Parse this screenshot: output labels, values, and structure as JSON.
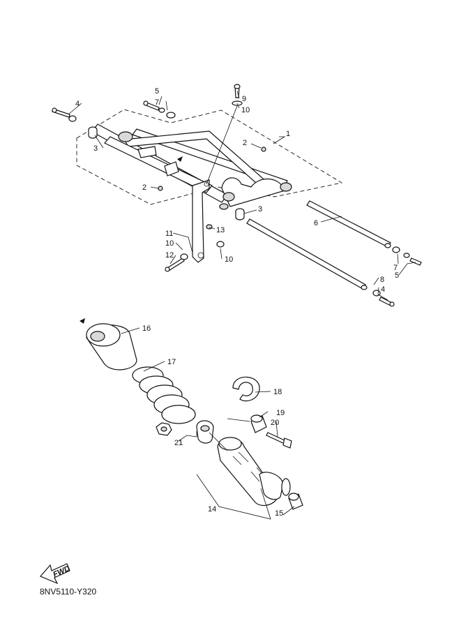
{
  "diagram_code": "8NV5110-Y320",
  "fwd_label": "FWD",
  "callouts": {
    "c1": "1",
    "c2a": "2",
    "c2b": "2",
    "c3a": "3",
    "c3b": "3",
    "c4a": "4",
    "c4b": "4",
    "c5a": "5",
    "c5b": "5",
    "c6": "6",
    "c7a": "7",
    "c7b": "7",
    "c8": "8",
    "c9": "9",
    "c10a": "10",
    "c10b": "10",
    "c10c": "10",
    "c11": "11",
    "c12": "12",
    "c13": "13",
    "c14": "14",
    "c15": "15",
    "c16": "16",
    "c17": "17",
    "c18": "18",
    "c19": "19",
    "c20": "20",
    "c21": "21"
  }
}
